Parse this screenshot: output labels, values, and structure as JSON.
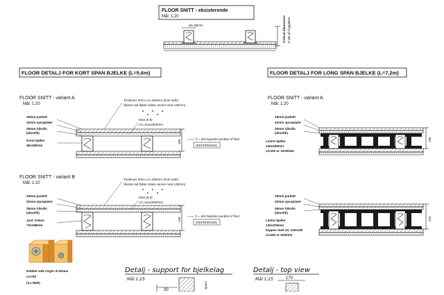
{
  "top": {
    "title": "FLOOR SNITT - eksisterende",
    "scale": "Mål: 1:20",
    "dim_label": "Δh=80mm",
    "side_note": "Critical dimension",
    "side_note_sub": "E-pkt på bygglabet"
  },
  "left_section": {
    "heading": "FLOOR DETALJ FOR KORT SPAN BJELKE (L=5,6m)",
    "variant_a": {
      "title": "FLOOR SNITT - variant A",
      "scale": "Mål: 1:20",
      "labels": [
        "19mm parkett",
        "22mm sponplater",
        "25mm Silodin",
        "(akustik)",
        "Kerto bjelke",
        "48x180mm"
      ],
      "note_title": "Treskruer 6mm c/c=250mm (hver side)",
      "note_sub": "(første rad flyttet relativ annen med 125mm)",
      "bolt": "M16 (8.8)",
      "bolt_cc": "c/c=max2500mm",
      "ref_note": "h = det høyeste punktet of floor",
      "ref_tag": "(REFERENSE)",
      "dim": "180"
    },
    "variant_b": {
      "title": "FLOOR SNITT - variant B",
      "scale": "Mål: 1:20",
      "labels": [
        "19mm parkett",
        "22mm sponplater",
        "25mm Silodin",
        "(akustik)",
        "Just. trelast",
        "73x198mm"
      ],
      "note_title": "Treskruer 6mm c/c=250mm (hver side)",
      "note_sub": "(første rad flyttet relativ annen med 125mm)",
      "bolt": "M16 (8.8)",
      "bolt_cc": "c/c=max2500mm",
      "ref_note": "h = det høyeste punktet of floor",
      "ref_tag": "(REFERENSE)",
      "dim": "198"
    },
    "connector": {
      "title": "Dobbel side ringer d=62mm",
      "cc": "c/c750",
      "load": "(Vₐₗ=5kN)"
    }
  },
  "right_section": {
    "heading": "FLOOR DETALJ FOR LONG SPAN BJELKE (L=7,2m)",
    "variant_a": {
      "title": "FLOOR SNITT - variant A",
      "scale": "Mål: 1:20",
      "labels": [
        "19mm parkett",
        "22mm sponplater",
        "25mm Silodin",
        "(akustik)",
        "Limtre bjelke",
        "140x180mm",
        "c/c300 or 10stk/3m"
      ],
      "dim": "180"
    },
    "variant_b": {
      "labels": [
        "19mm parkett",
        "22mm sponplater",
        "25mm Silodin",
        "(akustik)",
        "Limtre bjelke",
        "140x225mm",
        "kappes med 10, 140x190",
        "c/c400 or 5stk/2m"
      ],
      "dim": "225"
    }
  },
  "bottom": {
    "support_title": "Detalj - support for bjelkelag",
    "support_scale": "Mål 1:25",
    "support_dim": "30",
    "support_tag": "space",
    "top_title": "Detalj - top view",
    "top_scale": "Mål 1:25",
    "top_dim": "170"
  },
  "colors": {
    "ink": "#111111",
    "hatch": "#444444",
    "wood_light": "#f2c46a",
    "wood_dark": "#d88a2a"
  }
}
